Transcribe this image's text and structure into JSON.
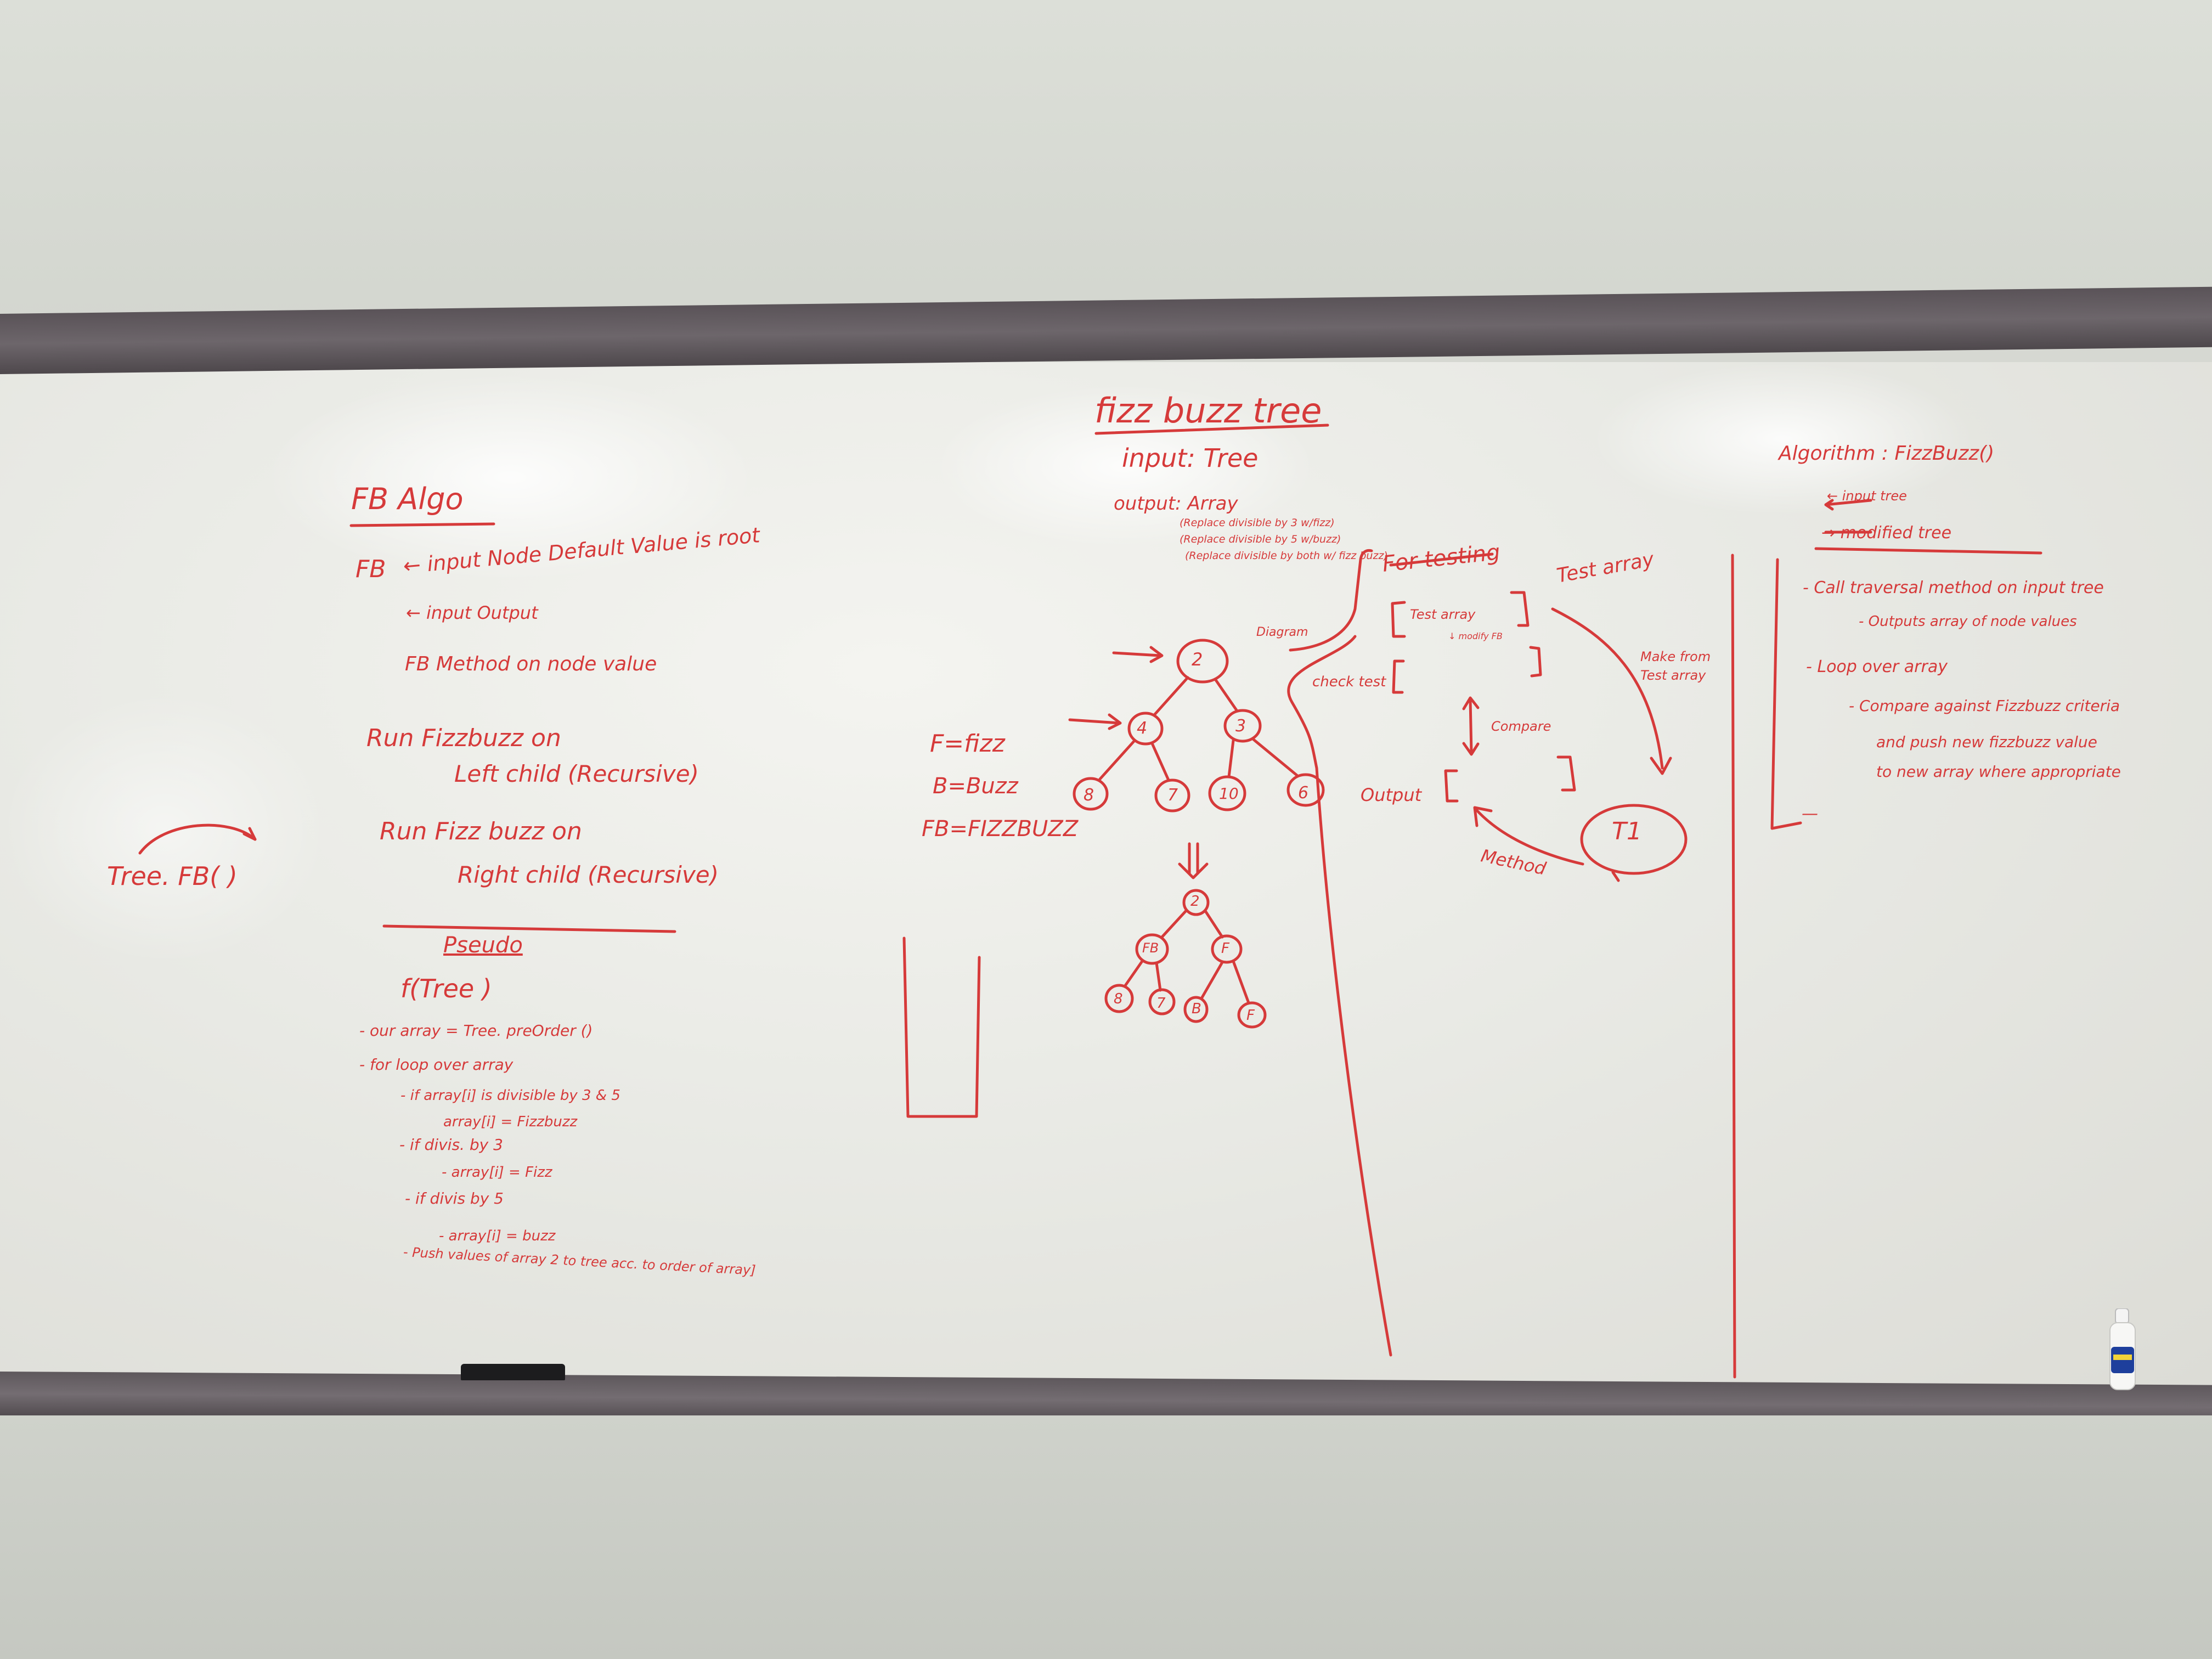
{
  "board": {
    "title": "fizz buzz tree",
    "input_label": "input: Tree",
    "output_label": "output: Array",
    "output_notes": [
      "(Replace divisible by 3 w/fizz)",
      "(Replace divisible by 5 w/buzz)",
      "(Replace divisible by both w/ fizz buzz)"
    ],
    "left_section": {
      "heading": "FB Algo",
      "fb_label": "FB",
      "lines": [
        "← input Node Default Value is root",
        "← input Output",
        "FB Method on node value",
        "Run  Fizzbuzz on",
        "Left child (Recursive)",
        "Run  Fizz buzz on",
        "Right child (Recursive)"
      ],
      "call": "Tree. FB(   )"
    },
    "pseudo": {
      "heading": "Pseudo",
      "signature": "f(Tree )",
      "lines": [
        "- our array = Tree. preOrder ()",
        "- for loop over array",
        "- if array[i] is divisible by 3 & 5",
        "array[i] = Fizzbuzz",
        "- if  divis. by 3",
        "- array[i] = Fizz",
        "- if divis by 5",
        "- array[i] = buzz",
        "- Push values of array 2 to tree acc. to order of array]"
      ]
    },
    "legend": [
      "F=fizz",
      "B=Buzz",
      "FB=FIZZBUZZ"
    ],
    "tree_before": [
      "2",
      "4",
      "3",
      "8",
      "7",
      "10",
      "6"
    ],
    "tree_after": [
      "2",
      "FB",
      "F",
      "8",
      "7",
      "B",
      "F"
    ],
    "testing": {
      "heading": "For testing",
      "diagram_label": "Diagram",
      "test_array_label": "Test array",
      "test_array_box": "Test array",
      "test_array_note": "↓ modify FB",
      "check_label": "check test",
      "compare_label": "Compare",
      "make_from_label": "Make from Test array",
      "output_label": "Output",
      "t1_label": "T1",
      "method_label": "Method"
    },
    "right_section": {
      "heading": "Algorithm : FizzBuzz()",
      "input_note": "← input tree",
      "output_note": "→ modified tree",
      "lines": [
        "- Call traversal method on input tree",
        "- Outputs array of node values",
        "- Loop over array",
        "- Compare against Fizzbuzz criteria",
        "and push new fizzbuzz value",
        "to new array where appropriate",
        "—"
      ]
    }
  },
  "colors": {
    "marker": "#d63a3a",
    "wall": "#d6d8d2",
    "frame": "#5e585c",
    "board": "#ececE8"
  },
  "icons": [
    "eraser-icon",
    "spray-bottle-icon"
  ]
}
